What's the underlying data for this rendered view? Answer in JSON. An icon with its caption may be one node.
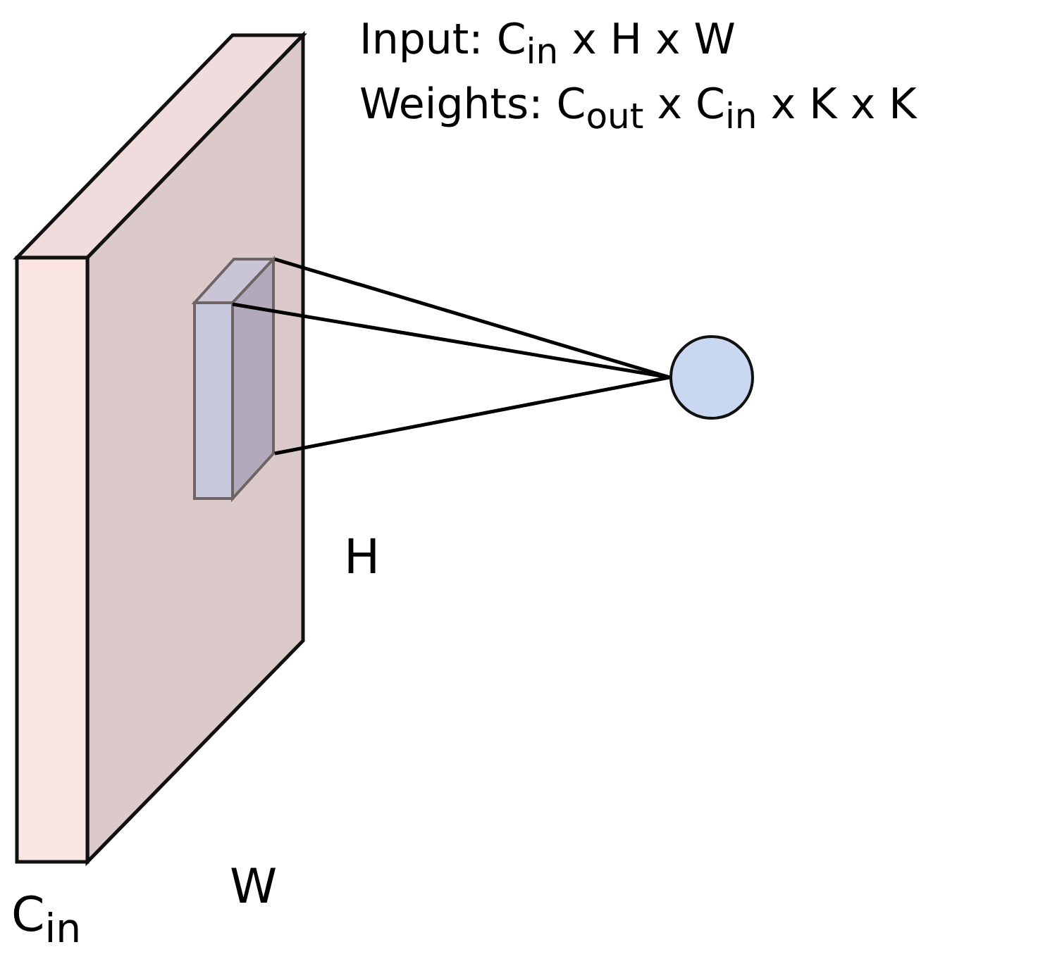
{
  "diagram": {
    "nodes": [
      {
        "text": [],
        "shape": "box"
      },
      {
        "text": [],
        "shape": "box",
        "in": 0
      },
      {
        "text": [],
        "shape": "circle"
      }
    ],
    "edges": [
      {
        "from": 1,
        "to": 2,
        "arrow": "none"
      },
      {
        "from": 1,
        "to": 2,
        "arrow": "none"
      },
      {
        "from": 1,
        "to": 2,
        "arrow": "none"
      }
    ],
    "labels": [
      "Input: C$_{in}$ x H x W",
      "Weights: C$_{out}$ x C$_{in}$ x K x K",
      "H",
      "W",
      "C$_{in}$"
    ]
  }
}
